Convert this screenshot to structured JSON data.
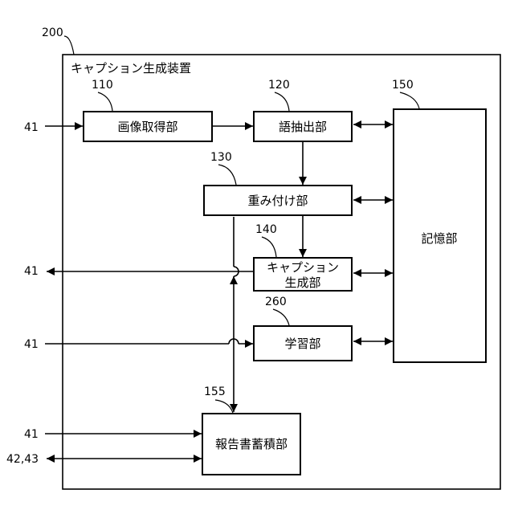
{
  "device": {
    "ref": "200",
    "title": "キャプション生成装置"
  },
  "blocks": {
    "image_acquisition": {
      "ref": "110",
      "label": "画像取得部"
    },
    "word_extraction": {
      "ref": "120",
      "label": "語抽出部"
    },
    "weighting": {
      "ref": "130",
      "label": "重み付け部"
    },
    "caption_generation": {
      "ref": "140",
      "label_line1": "キャプション",
      "label_line2": "生成部"
    },
    "learning": {
      "ref": "260",
      "label": "学習部"
    },
    "storage": {
      "ref": "150",
      "label": "記憶部"
    },
    "report_accumulation": {
      "ref": "155",
      "label": "報告書蓄積部"
    }
  },
  "external_refs": {
    "to_image_acquisition": "41",
    "from_caption_generation": "41",
    "to_learning": "41",
    "to_report_accumulation": "41",
    "report_bidirectional": "42,43"
  }
}
